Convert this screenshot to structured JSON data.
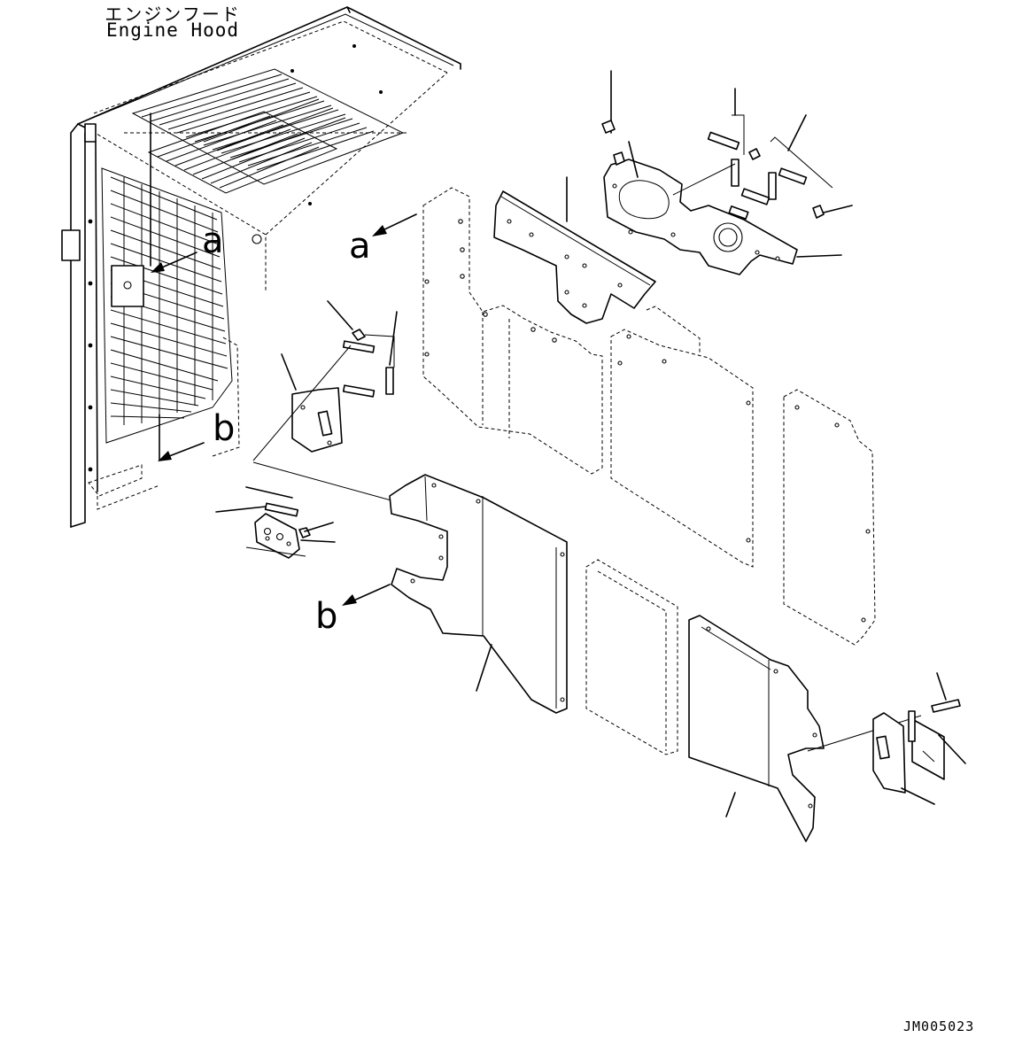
{
  "hood_label": {
    "japanese": "エンジンフード",
    "english": "Engine Hood"
  },
  "view_markers": {
    "a": "a",
    "b": "b"
  },
  "drawing_code": "JM005023"
}
